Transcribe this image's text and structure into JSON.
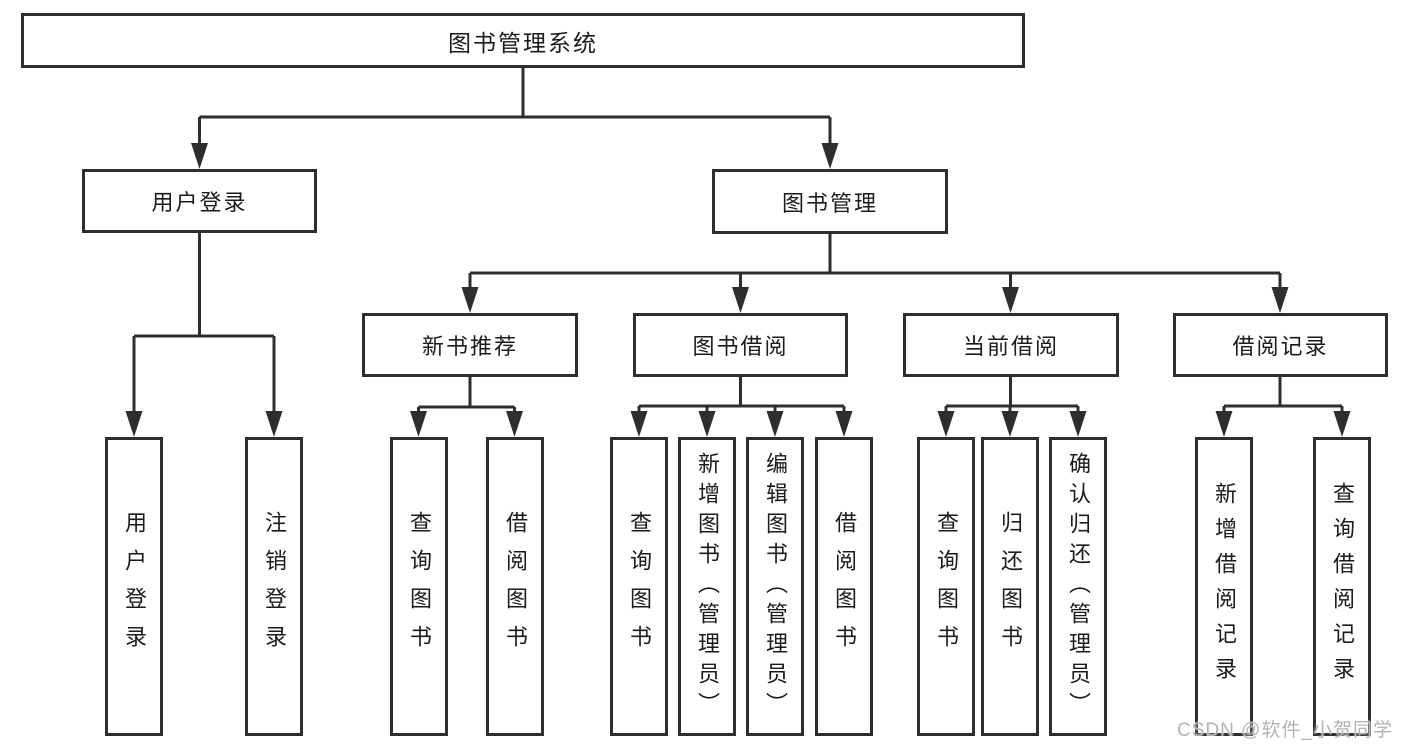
{
  "tree": {
    "label": "图书管理系统",
    "children": [
      {
        "label": "用户登录",
        "children": [
          {
            "label": "用户登录"
          },
          {
            "label": "注销登录"
          }
        ]
      },
      {
        "label": "图书管理",
        "children": [
          {
            "label": "新书推荐",
            "children": [
              {
                "label": "查询图书"
              },
              {
                "label": "借阅图书"
              }
            ]
          },
          {
            "label": "图书借阅",
            "children": [
              {
                "label": "查询图书"
              },
              {
                "label": "新增图书（管理员）"
              },
              {
                "label": "编辑图书（管理员）"
              },
              {
                "label": "借阅图书"
              }
            ]
          },
          {
            "label": "当前借阅",
            "children": [
              {
                "label": "查询图书"
              },
              {
                "label": "归还图书"
              },
              {
                "label": "确认归还（管理员）"
              }
            ]
          },
          {
            "label": "借阅记录",
            "children": [
              {
                "label": "新增借阅记录"
              },
              {
                "label": "查询借阅记录"
              }
            ]
          }
        ]
      }
    ]
  },
  "watermark": "CSDN @软件_小贺同学",
  "colors": {
    "line": "#2e2e2e",
    "box_border": "#2e2e2e",
    "text": "#1b1b1b",
    "background": "#ffffff",
    "watermark": "#b3b3b3"
  }
}
